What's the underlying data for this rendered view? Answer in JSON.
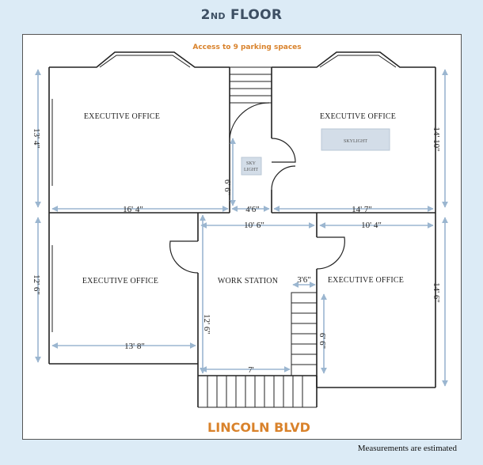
{
  "header": {
    "floor_number": "2",
    "floor_suffix": "ND",
    "floor_word": "FLOOR"
  },
  "top_note": "Access to 9 parking spaces",
  "street": "LINCOLN BLVD",
  "footnote": "Measurements are estimated",
  "rooms": {
    "office_top_left": "EXECUTIVE OFFICE",
    "office_top_right": "EXECUTIVE OFFICE",
    "office_bottom_left": "EXECUTIVE OFFICE",
    "office_bottom_right": "EXECUTIVE OFFICE",
    "work_station": "WORK STATION",
    "skylight_large": "SKYLIGHT",
    "skylight_small_1": "SKY",
    "skylight_small_2": "LIGHT"
  },
  "dimensions": {
    "top_left_height": "13' 4\"",
    "top_right_height": "14' 10\"",
    "bottom_left_height": "12' 6\"",
    "bottom_right_height": "14' 6\"",
    "top_left_width": "16' 4\"",
    "corridor_width": "4'6\"",
    "top_right_width": "14' 7\"",
    "corridor_height": "6' 6\"",
    "work_station_width": "10' 6\"",
    "bottom_right_width": "10' 4\"",
    "bottom_left_width": "13' 8\"",
    "work_station_height": "12' 6\"",
    "work_station_bottom": "7'",
    "stair_width": "3'6\"",
    "stair_height": "6' 6\""
  },
  "colors": {
    "background": "#dcebf6",
    "accent": "#d9822b",
    "dimension": "#9bb6d0",
    "title": "#3d4f63",
    "skylight": "#d3dde8"
  }
}
